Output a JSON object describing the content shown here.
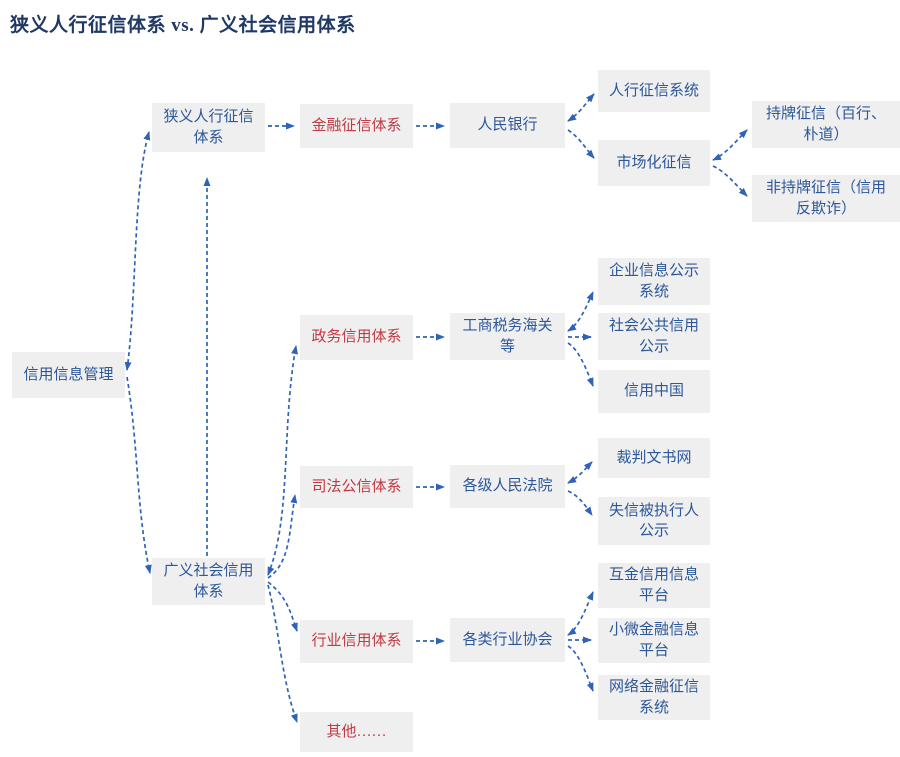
{
  "title": "狭义人行征信体系 vs. 广义社会信用体系",
  "colors": {
    "box-bg": "#efefef",
    "blue": "#2c5799",
    "red": "#c13a44",
    "arrow": "#2f63b8",
    "title": "#1f3864"
  },
  "nodes": {
    "root": {
      "label": "信用信息管理"
    },
    "narrow": {
      "label": "狭义人行征信\n体系"
    },
    "broad": {
      "label": "广义社会信用\n体系"
    },
    "finance": {
      "label": "金融征信体系"
    },
    "pboc": {
      "label": "人民银行"
    },
    "pbocsys": {
      "label": "人行征信系统"
    },
    "market": {
      "label": "市场化征信"
    },
    "licensed": {
      "label": "持牌征信（百行、\n朴道）"
    },
    "unlicensed": {
      "label": "非持牌征信（信用\n反欺诈）"
    },
    "gov": {
      "label": "政务信用体系"
    },
    "gswj": {
      "label": "工商税务海关\n等"
    },
    "entinfo": {
      "label": "企业信息公示\n系统"
    },
    "pubcredit": {
      "label": "社会公共信用\n公示"
    },
    "creditchina": {
      "label": "信用中国"
    },
    "judicial": {
      "label": "司法公信体系"
    },
    "courts": {
      "label": "各级人民法院"
    },
    "judgments": {
      "label": "裁判文书网"
    },
    "dishonest": {
      "label": "失信被执行人\n公示"
    },
    "industry": {
      "label": "行业信用体系"
    },
    "assoc": {
      "label": "各类行业协会"
    },
    "hujin": {
      "label": "互金信用信息\n平台"
    },
    "xiaowei": {
      "label": "小微金融信息\n平台"
    },
    "wangluo": {
      "label": "网络金融征信\n系统"
    },
    "other": {
      "label": "其他……"
    }
  }
}
